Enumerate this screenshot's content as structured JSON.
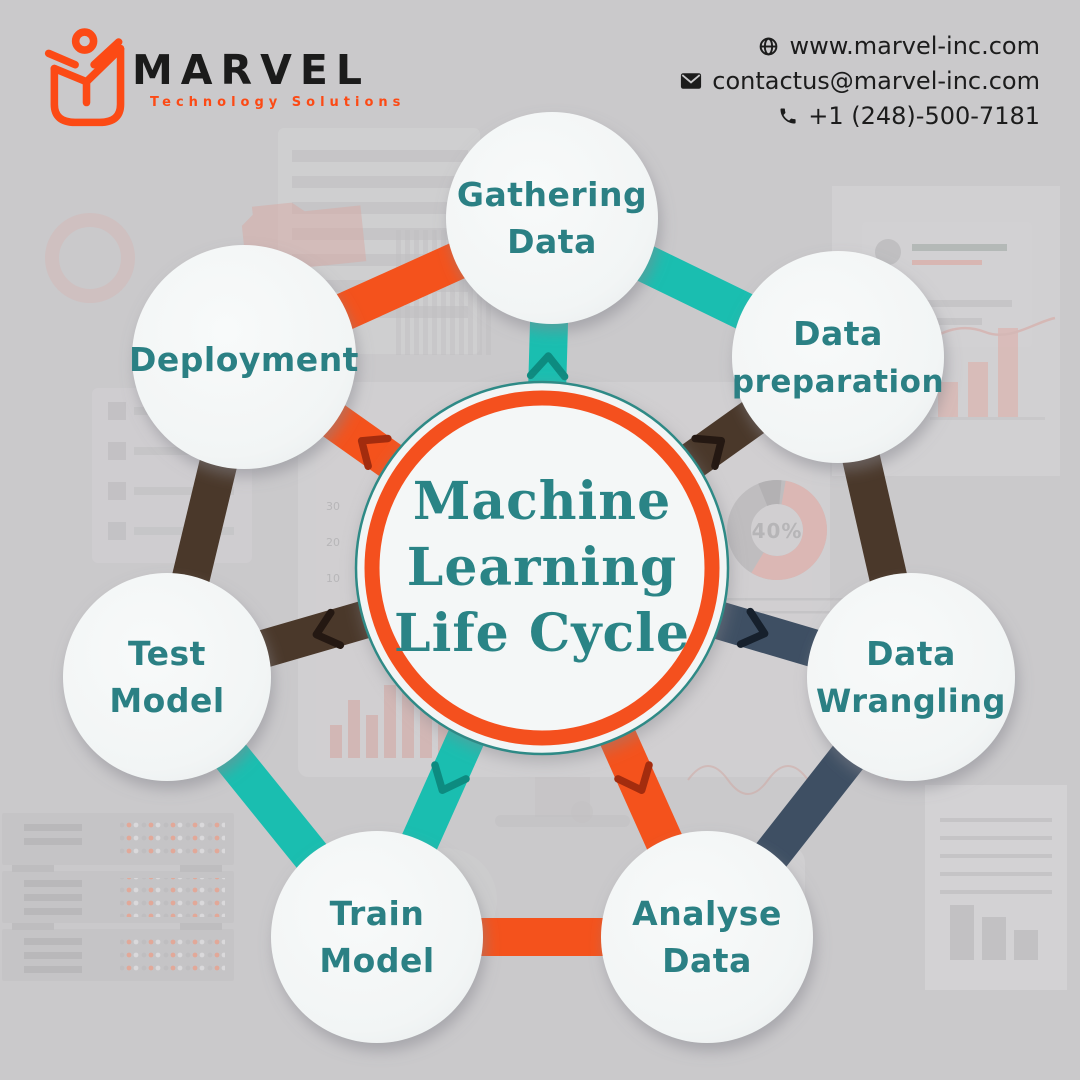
{
  "header": {
    "brand": {
      "name": "MARVEL",
      "tagline": "Technology Solutions"
    },
    "contact": [
      {
        "icon": "globe-icon",
        "text": "www.marvel-inc.com"
      },
      {
        "icon": "email-icon",
        "text": "contactus@marvel-inc.com"
      },
      {
        "icon": "phone-icon",
        "text": "+1 (248)-500-7181"
      }
    ]
  },
  "diagram": {
    "center_label": {
      "lines": [
        "Machine",
        "Learning",
        "Life Cycle"
      ]
    },
    "nodes": [
      {
        "id": "gathering-data",
        "lines": [
          "Gathering",
          "Data"
        ]
      },
      {
        "id": "data-preparation",
        "lines": [
          "Data",
          "preparation"
        ]
      },
      {
        "id": "data-wrangling",
        "lines": [
          "Data",
          "Wrangling"
        ]
      },
      {
        "id": "analyse-data",
        "lines": [
          "Analyse",
          "Data"
        ]
      },
      {
        "id": "train-model",
        "lines": [
          "Train",
          "Model"
        ]
      },
      {
        "id": "test-model",
        "lines": [
          "Test",
          "Model"
        ]
      },
      {
        "id": "deployment",
        "lines": [
          "Deployment"
        ]
      }
    ],
    "background": {
      "donut_label": "40%",
      "axis_ticks": [
        "30",
        "20",
        "10"
      ]
    }
  },
  "colors": {
    "background": "#cac9cb",
    "orange": "#f4521c",
    "teal": "#1abeb0",
    "brown": "#4a382a",
    "slate": "#3e4f63",
    "ring_orange": "#f4501e",
    "ring_teal": "#2e8a86",
    "label_teal": "#2b8084",
    "center_text_teal": "#2a8486",
    "brand_orange": "#fc4a15",
    "chevron_dark_red": "#a32c0e",
    "chevron_dark_teal": "#0d8b80",
    "chevron_dark_brown": "#241812",
    "chevron_dark_slate": "#16202c"
  }
}
